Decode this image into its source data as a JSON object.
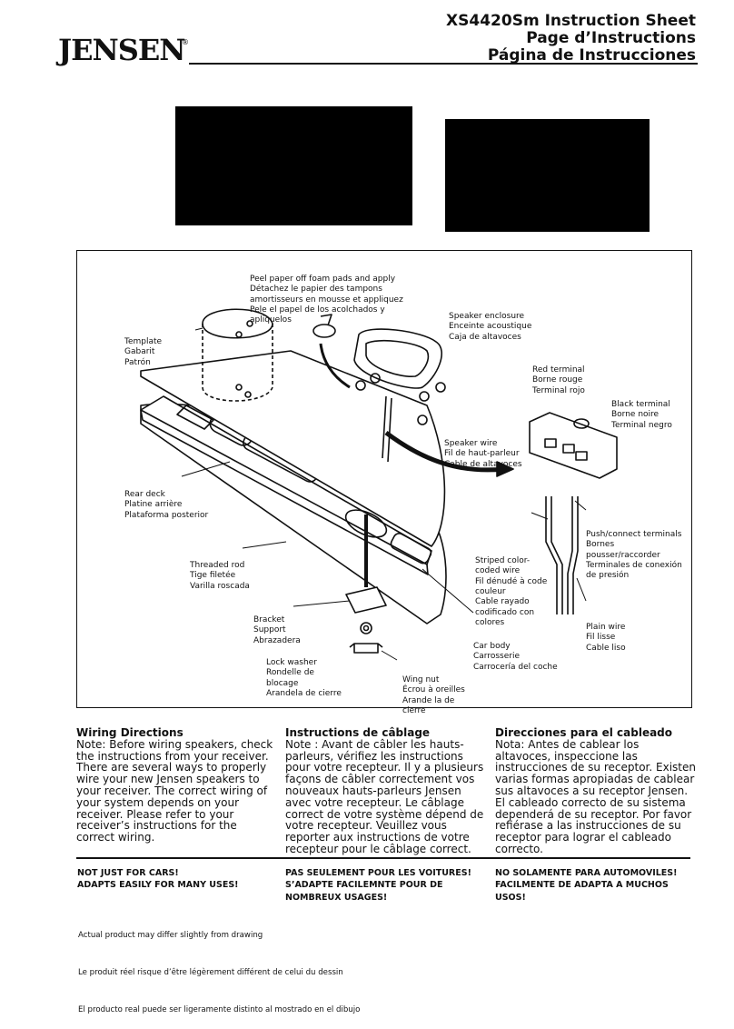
{
  "header": {
    "brand": "JENSEN",
    "brand_mark": "®",
    "title_en": "XS4420Sm Instruction Sheet",
    "title_fr": "Page d’Instructions",
    "title_es": "Página de Instrucciones"
  },
  "diagram": {
    "labels": {
      "foam": [
        "Peel paper off foam pads and apply",
        "Détachez le papier des tampons",
        "amortisseurs en mousse et appliquez",
        "Pele el papel de los acolchados y",
        "apliquelos"
      ],
      "template": [
        "Template",
        "Gabarit",
        "Patrón"
      ],
      "enclosure": [
        "Speaker enclosure",
        "Enceinte acoustique",
        "Caja de altavoces"
      ],
      "red_terminal": [
        "Red terminal",
        "Borne rouge",
        "Terminal rojo"
      ],
      "black_terminal": [
        "Black terminal",
        "Borne noire",
        "Terminal negro"
      ],
      "speaker_wire": [
        "Speaker wire",
        "Fil de haut-parleur",
        "Cable de altavoces"
      ],
      "rear_deck": [
        "Rear deck",
        "Platine arrière",
        "Plataforma posterior"
      ],
      "push_terminals": [
        "Push/connect terminals",
        "Bornes",
        "pousser/raccorder",
        "Terminales de conexión",
        "de presión"
      ],
      "threaded_rod": [
        "Threaded rod",
        "Tige filetée",
        "Varilla roscada"
      ],
      "striped_wire": [
        "Striped color-",
        "coded wire",
        "Fil dénudé à code",
        "couleur",
        "Cable rayado",
        "codificado con",
        "colores"
      ],
      "bracket": [
        "Bracket",
        "Support",
        "Abrazadera"
      ],
      "plain_wire": [
        "Plain wire",
        "Fil lisse",
        "Cable liso"
      ],
      "car_body": [
        "Car body",
        "Carrosserie",
        "Carrocería del coche"
      ],
      "lock_washer": [
        "Lock washer",
        "Rondelle de",
        "blocage",
        "Arandela de cierre"
      ],
      "wing_nut": [
        "Wing nut",
        "Écrou à oreilles",
        "Arande la de",
        "cierre"
      ]
    }
  },
  "wiring": {
    "en": {
      "heading": "Wiring Directions",
      "body": "Note: Before wiring speakers, check the instructions from your receiver. There are several ways to properly wire your new Jensen speakers to your receiver. The correct wiring of your system depends on your receiver. Please refer to your receiver’s instructions for the correct wiring."
    },
    "fr": {
      "heading": "Instructions de câblage",
      "body": "Note : Avant de câbler les hauts-parleurs, vérifiez les instructions pour votre recepteur. Il y a plusieurs façons de câbler correctement vos nouveaux hauts-parleurs Jensen avec votre recepteur. Le câblage correct de votre système dépend de votre recepteur. Veuillez vous reporter aux instructions de votre recepteur pour le câblage correct."
    },
    "es": {
      "heading": "Direcciones para el cableado",
      "body": "Nota: Antes de cablear los altavoces, inspeccione las instrucciones de su receptor. Existen varias formas apropiadas de cablear sus altavoces a su receptor Jensen. El cableado correcto de su sistema dependerá de su receptor. Por favor refiérase a las instrucciones de su receptor para lograr el cableado correcto."
    }
  },
  "taglines": {
    "en": "NOT JUST FOR CARS!\nADAPTS EASILY FOR MANY USES!",
    "fr": "PAS SEULEMENT POUR LES VOITURES!\nS’ADAPTE FACILEMNTE POUR DE\nNOMBREUX USAGES!",
    "es": "NO SOLAMENTE PARA AUTOMOVILES!\nFACILMENTE DE ADAPTA A MUCHOS\nUSOS!"
  },
  "disclaimer": {
    "en": "Actual product may differ slightly from drawing",
    "fr": "Le produit réel risque d’être légèrement différent de celui du dessin",
    "es": "El producto real puede ser ligeramente distinto al mostrado en el dibujo"
  }
}
